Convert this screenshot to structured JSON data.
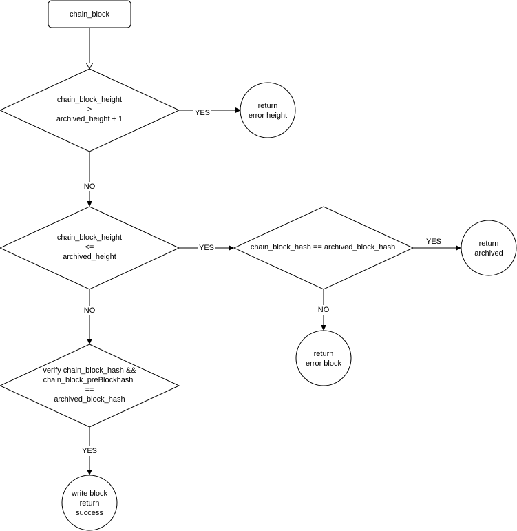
{
  "diagram": {
    "nodes": {
      "start": {
        "lines": [
          "chain_block"
        ]
      },
      "cond1": {
        "lines": [
          "chain_block_height",
          ">",
          "archived_height + 1"
        ]
      },
      "ret_error_height": {
        "lines": [
          "return",
          "error height"
        ]
      },
      "cond2": {
        "lines": [
          "chain_block_height",
          "<=",
          "archived_height"
        ]
      },
      "cond_hash": {
        "lines": [
          "chain_block_hash == archived_block_hash"
        ]
      },
      "ret_archived": {
        "lines": [
          "return",
          "archived"
        ]
      },
      "ret_error_block": {
        "lines": [
          "return",
          "error block"
        ]
      },
      "cond3": {
        "lines": [
          "verify chain_block_hash &&",
          "chain_block_preBlockhash",
          "==",
          "archived_block_hash"
        ]
      },
      "ret_success": {
        "lines": [
          "write block",
          "return",
          "success"
        ]
      }
    },
    "edges": {
      "cond1_yes": "YES",
      "cond1_no": "NO",
      "cond2_yes": "YES",
      "cond2_no": "NO",
      "hash_yes": "YES",
      "hash_no": "NO",
      "cond3_yes": "YES"
    }
  }
}
